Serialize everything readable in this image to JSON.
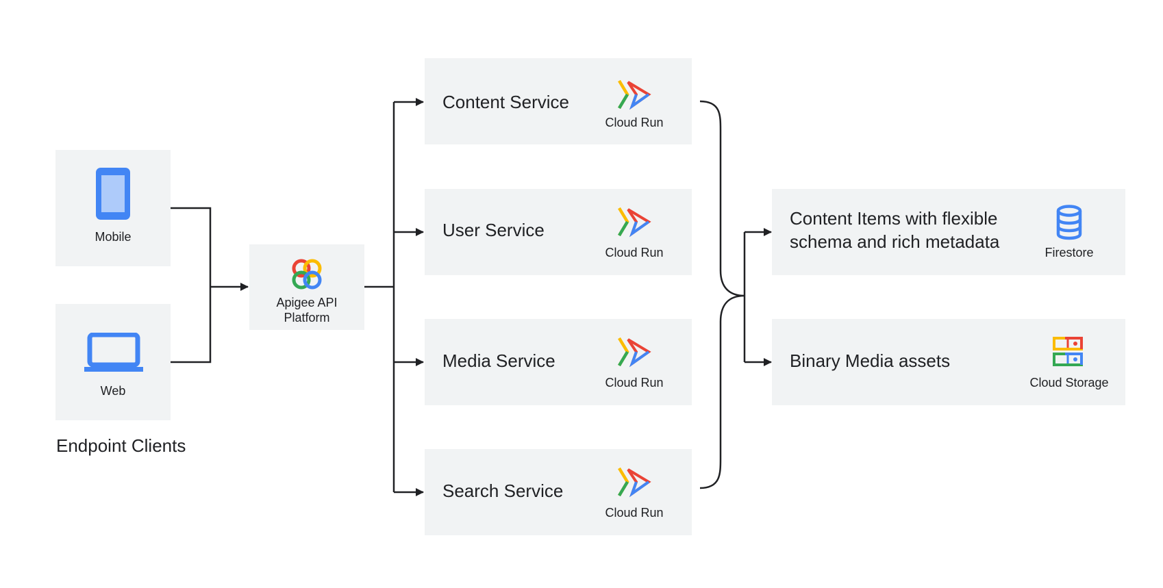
{
  "clients": {
    "group_label": "Endpoint Clients",
    "mobile_label": "Mobile",
    "web_label": "Web"
  },
  "gateway": {
    "label_line1": "Apigee API",
    "label_line2": "Platform"
  },
  "services": [
    {
      "name": "Content Service",
      "platform": "Cloud Run"
    },
    {
      "name": "User Service",
      "platform": "Cloud Run"
    },
    {
      "name": "Media Service",
      "platform": "Cloud Run"
    },
    {
      "name": "Search Service",
      "platform": "Cloud Run"
    }
  ],
  "storage": [
    {
      "description_line1": "Content Items with flexible",
      "description_line2": "schema and rich metadata",
      "platform": "Firestore"
    },
    {
      "description_line1": "Binary Media assets",
      "platform": "Cloud Storage"
    }
  ],
  "colors": {
    "box_fill": "#f1f3f4",
    "line": "#202124",
    "google_blue": "#4285f4",
    "google_red": "#ea4335",
    "google_yellow": "#fbbc04",
    "google_green": "#34a853"
  }
}
